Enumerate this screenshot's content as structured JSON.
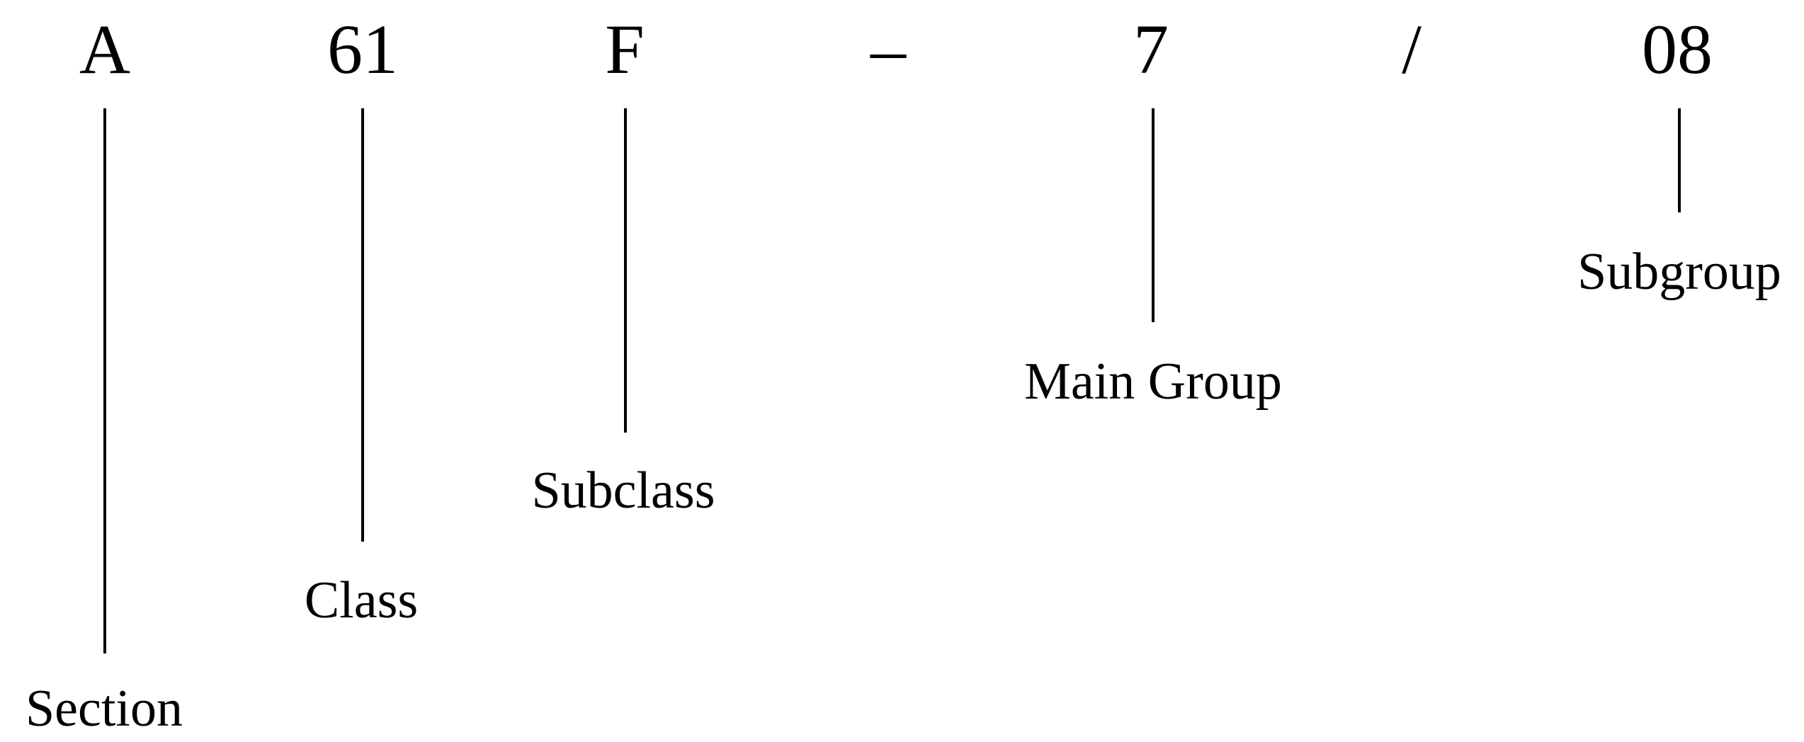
{
  "code": {
    "section": "A",
    "class": "61",
    "subclass": "F",
    "dash": "–",
    "main_group": "7",
    "slash": "/",
    "subgroup": "08"
  },
  "labels": {
    "section": "Section",
    "class": "Class",
    "subclass": "Subclass",
    "main_group": "Main Group",
    "subgroup": "Subgroup"
  }
}
